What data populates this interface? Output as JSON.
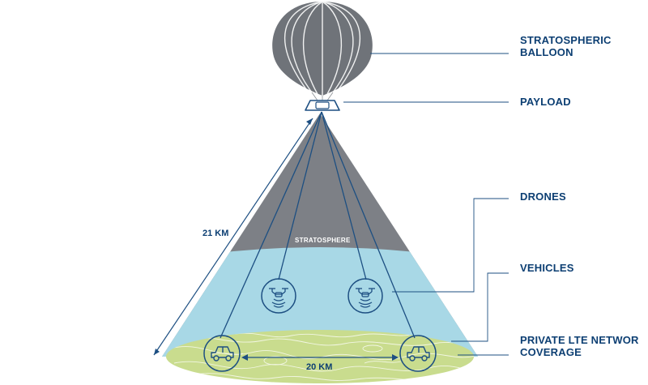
{
  "labels": {
    "balloon_line1": "STRATOSPHERIC",
    "balloon_line2": "BALLOON",
    "payload": "PAYLOAD",
    "drones": "DRONES",
    "vehicles": "VEHICLES",
    "coverage_line1": "PRIVATE LTE NETWOR",
    "coverage_line2": "COVERAGE",
    "stratosphere": "STRATOSPHERE",
    "altitude": "21 KM",
    "width": "20 KM"
  },
  "colors": {
    "text": "#0d3f73",
    "balloon": "#6f7379",
    "stratosphere": "#7d8086",
    "atmosphere": "#a8d8e6",
    "ground": "#c9dc8e",
    "line": "#1d4f82"
  },
  "icons": {
    "drone": "drone-icon",
    "vehicle": "vehicle-icon",
    "payload": "payload-icon"
  }
}
